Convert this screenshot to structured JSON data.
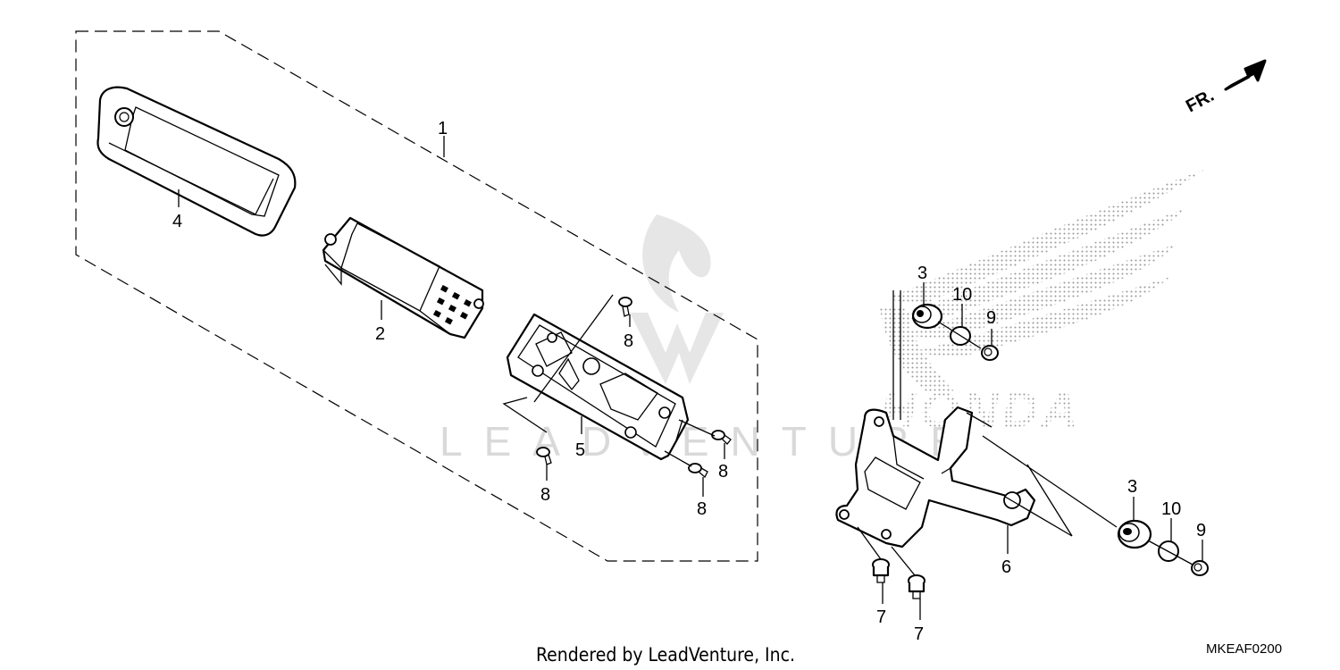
{
  "callouts": {
    "c1": "1",
    "c2": "2",
    "c3a": "3",
    "c3b": "3",
    "c4": "4",
    "c5": "5",
    "c6": "6",
    "c7a": "7",
    "c7b": "7",
    "c8a": "8",
    "c8b": "8",
    "c8c": "8",
    "c8d": "8",
    "c9a": "9",
    "c9b": "9",
    "c10a": "10",
    "c10b": "10"
  },
  "direction_label": "FR.",
  "watermark_text": "LEADVENTURE",
  "brand_text": "HONDA",
  "footer": "Rendered by LeadVenture, Inc.",
  "diagram_code": "MKEAF0200",
  "colors": {
    "ink": "#000000",
    "watermark": "#d9d9d9",
    "dots": "#9a9a9a"
  }
}
